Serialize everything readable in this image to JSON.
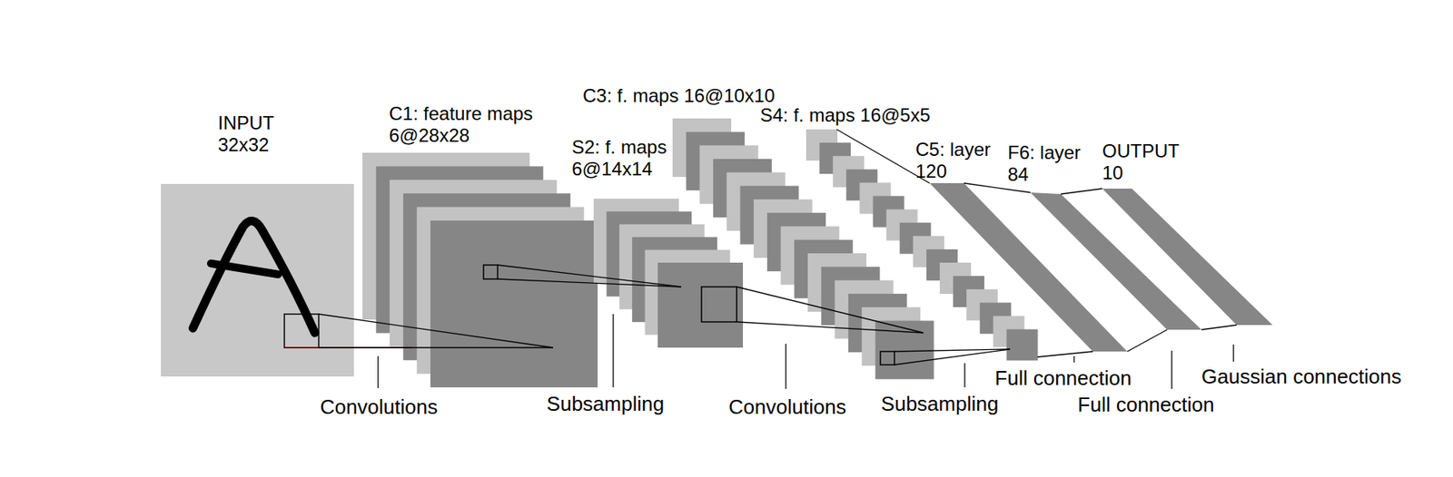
{
  "diagram": {
    "nodes": [
      {
        "text": [
          "INPUT 32x32"
        ]
      },
      {
        "text": [
          "C1: feature maps 6@28x28"
        ]
      },
      {
        "text": [
          "S2: f. maps 6@14x14"
        ]
      },
      {
        "text": [
          "C3: f. maps 16@10x10"
        ]
      },
      {
        "text": [
          "S4: f. maps 16@5x5"
        ]
      },
      {
        "text": [
          "C5: layer 120"
        ]
      },
      {
        "text": [
          "F6: layer 84"
        ]
      },
      {
        "text": [
          "OUTPUT 10"
        ]
      }
    ],
    "edges": [
      {
        "from": 0,
        "to": 1,
        "arrow": "none"
      },
      {
        "from": 1,
        "to": 2,
        "arrow": "none"
      },
      {
        "from": 2,
        "to": 3,
        "arrow": "none"
      },
      {
        "from": 3,
        "to": 4,
        "arrow": "none"
      },
      {
        "from": 4,
        "to": 5,
        "arrow": "none"
      },
      {
        "from": 5,
        "to": 6,
        "arrow": "none"
      },
      {
        "from": 6,
        "to": 7,
        "arrow": "none"
      }
    ],
    "labels": [
      "Convolutions",
      "Subsampling",
      "Convolutions",
      "Subsampling",
      "Full connection",
      "Full connection",
      "Gaussian connections"
    ]
  }
}
